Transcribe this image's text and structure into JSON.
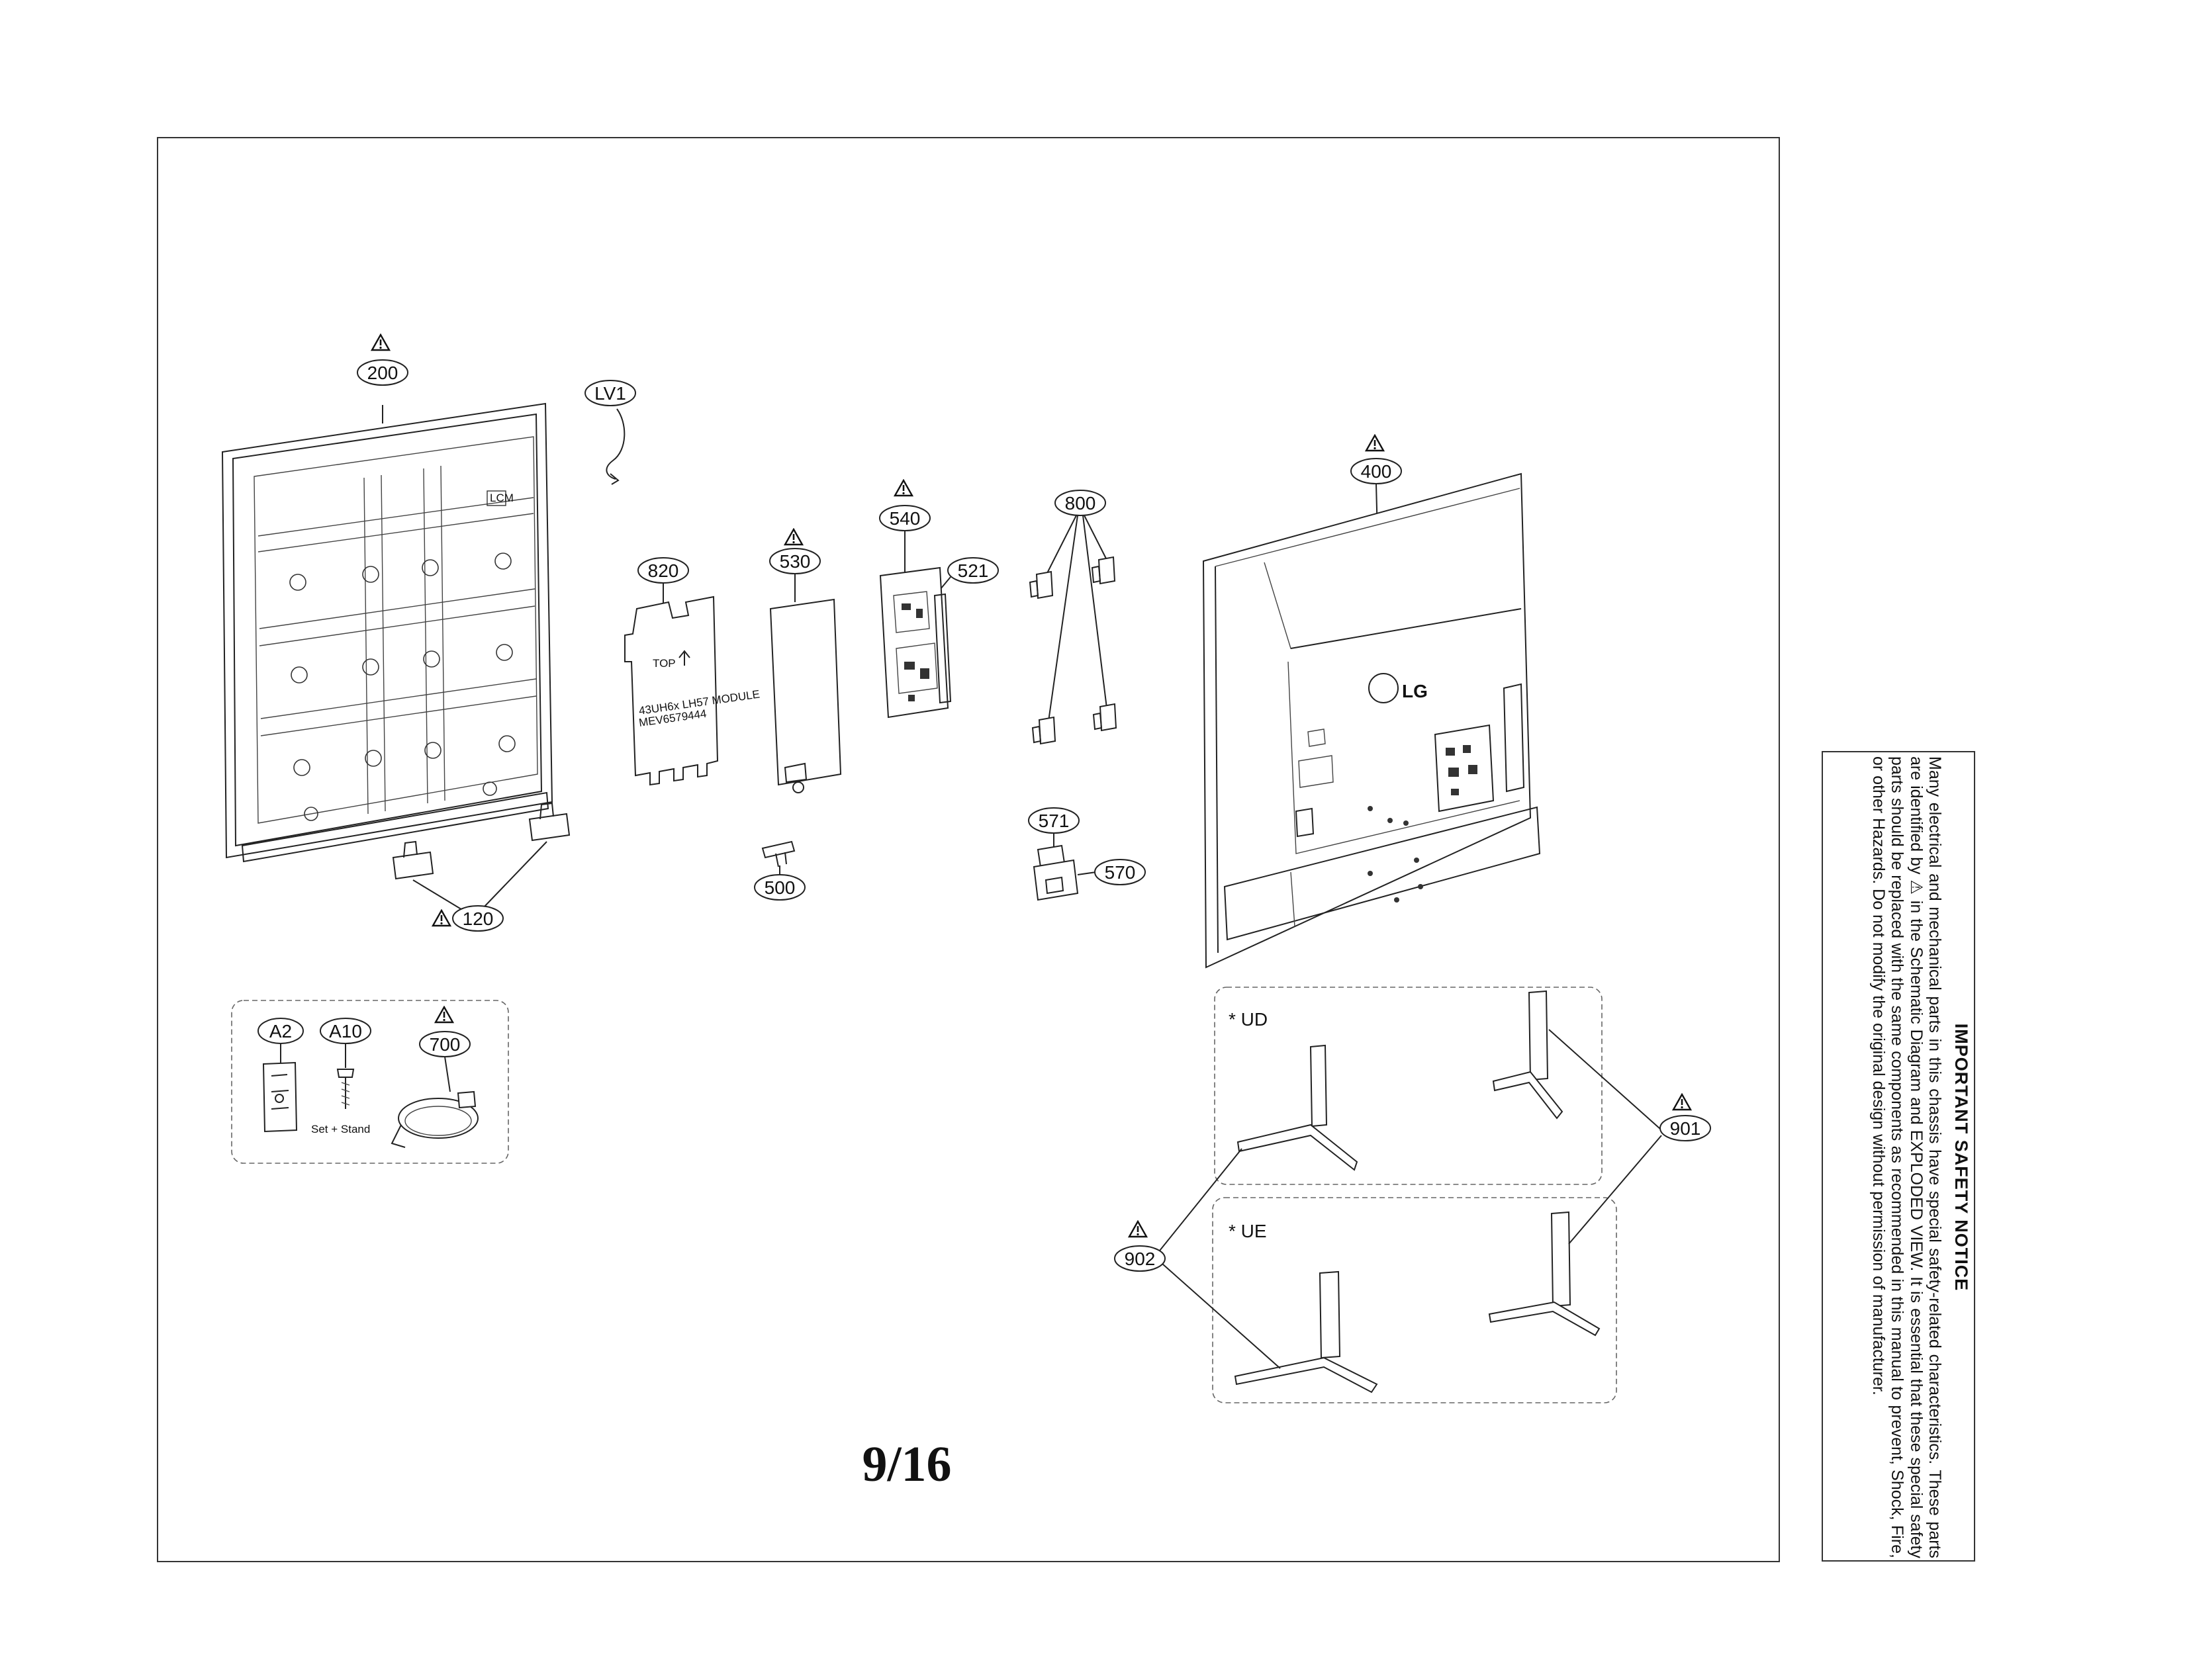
{
  "diagram": {
    "callouts": [
      {
        "id": "200"
      },
      {
        "id": "LV1"
      },
      {
        "id": "820"
      },
      {
        "id": "530"
      },
      {
        "id": "540"
      },
      {
        "id": "521"
      },
      {
        "id": "800"
      },
      {
        "id": "400"
      },
      {
        "id": "120"
      },
      {
        "id": "500"
      },
      {
        "id": "571"
      },
      {
        "id": "570"
      },
      {
        "id": "A2"
      },
      {
        "id": "A10"
      },
      {
        "id": "700"
      },
      {
        "id": "901"
      },
      {
        "id": "902"
      }
    ],
    "safety_symbol_parts": [
      "200",
      "530",
      "540",
      "400",
      "120",
      "700",
      "901",
      "902"
    ],
    "panel_text": {
      "top_label": "TOP",
      "module_line1": "43UH6x LH57 MODULE",
      "module_line2": "MEV6579444"
    },
    "logo_text": "LG",
    "accessory_note": "Set + Stand",
    "variants": [
      {
        "label": "* UD"
      },
      {
        "label": "* UE"
      }
    ]
  },
  "page_number": "9/16",
  "safety_notice": {
    "title": "IMPORTANT SAFETY NOTICE",
    "body": "Many electrical and mechanical parts in this chassis have special safety-related characteristics. These parts are identified by ⚠ in the Schematic Diagram and EXPLODED VIEW. It is essential that these special safety parts should be replaced with the same components as recommended in this manual to prevent, Shock, Fire, or other Hazards. Do not modify the original design without permission of manufacturer."
  }
}
